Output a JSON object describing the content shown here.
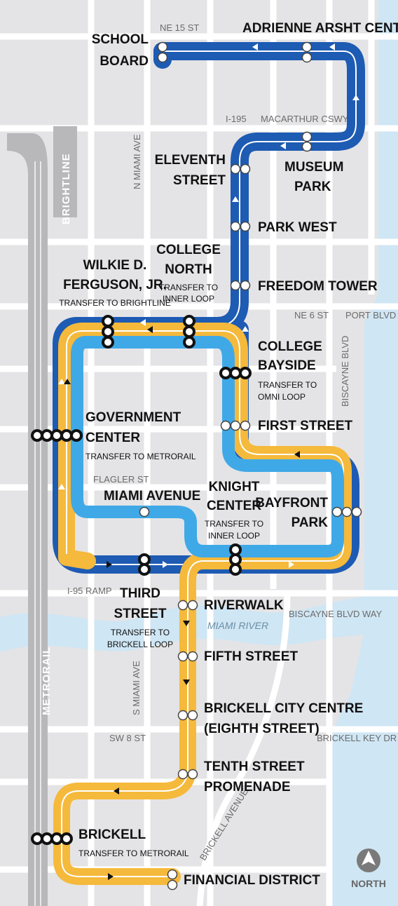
{
  "colors": {
    "outer_loop": "#1e5bb3",
    "inner_loop": "#3fa9e8",
    "brickell_loop": "#f5b93b",
    "water": "#cfe6f4",
    "land": "#e4e4e6",
    "street": "#ffffff"
  },
  "stations": {
    "school_board": [
      "SCHOOL",
      "BOARD"
    ],
    "adrienne_arsht": "ADRIENNE ARSHT CENTER",
    "eleventh_street": [
      "ELEVENTH",
      "STREET"
    ],
    "museum_park": [
      "MUSEUM",
      "PARK"
    ],
    "park_west": "PARK WEST",
    "college_north": [
      "COLLEGE",
      "NORTH"
    ],
    "college_north_transfer": [
      "TRANSFER TO",
      "INNER LOOP"
    ],
    "wilkie": [
      "WILKIE D.",
      "FERGUSON, JR."
    ],
    "wilkie_transfer": "TRANSFER TO BRIGHTLINE",
    "freedom_tower": "FREEDOM TOWER",
    "college_bayside": [
      "COLLEGE",
      "BAYSIDE"
    ],
    "college_bayside_transfer": [
      "TRANSFER TO",
      "OMNI LOOP"
    ],
    "government_center": [
      "GOVERNMENT",
      "CENTER"
    ],
    "government_center_transfer": "TRANSFER TO METRORAIL",
    "first_street": "FIRST STREET",
    "miami_avenue": "MIAMI AVENUE",
    "knight_center": [
      "KNIGHT",
      "CENTER"
    ],
    "knight_center_transfer": [
      "TRANSFER TO",
      "INNER LOOP"
    ],
    "bayfront_park": [
      "BAYFRONT",
      "PARK"
    ],
    "third_street": [
      "THIRD",
      "STREET"
    ],
    "third_street_transfer": [
      "TRANSFER TO",
      "BRICKELL LOOP"
    ],
    "riverwalk": "RIVERWALK",
    "fifth_street": "FIFTH STREET",
    "brickell_city_centre": [
      "BRICKELL CITY CENTRE",
      "(EIGHTH STREET)"
    ],
    "tenth_street": [
      "TENTH STREET",
      "PROMENADE"
    ],
    "brickell": "BRICKELL",
    "brickell_transfer": "TRANSFER TO METRORAIL",
    "financial_district": "FINANCIAL DISTRICT"
  },
  "streets": {
    "ne15": "NE 15 ST",
    "i195": "I-195",
    "macarthur": "MACARTHUR CSWY",
    "n_miami_ave": "N MIAMI AVE",
    "ne6": "NE 6 ST",
    "port_blvd": "PORT BLVD",
    "biscayne_blvd": "BISCAYNE BLVD",
    "flagler": "FLAGLER ST",
    "i95_ramp": "I-95 RAMP",
    "biscayne_blvd_way": "BISCAYNE BLVD WAY",
    "miami_river": "MIAMI RIVER",
    "s_miami_ave": "S MIAMI AVE",
    "sw8": "SW 8 ST",
    "brickell_key": "BRICKELL KEY DR",
    "brickell_avenue": "BRICKELL AVENUE"
  },
  "rail_lines": {
    "brightline": "BRIGHTLINE",
    "metrorail": "METRORAIL"
  },
  "compass": {
    "label": "NORTH",
    "icon": "north-arrow-icon"
  }
}
